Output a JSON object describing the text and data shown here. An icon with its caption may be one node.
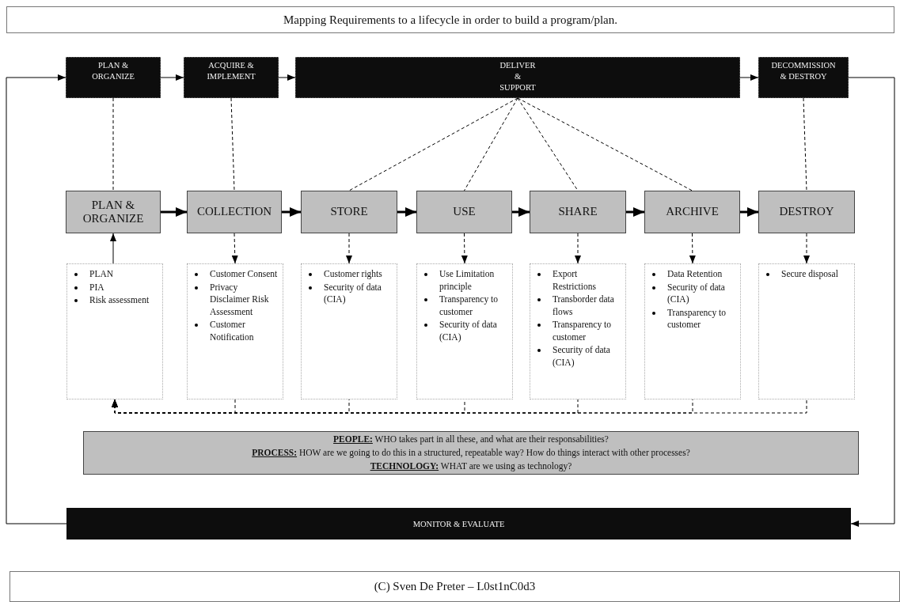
{
  "diagram": {
    "title": "Mapping Requirements to a lifecycle in order to build a program/plan.",
    "caption": "(C) Sven De Preter – L0st1nC0d3",
    "nodes": [
      {
        "text": [
          "PLAN & ORGANIZE"
        ]
      },
      {
        "text": [
          "ACQUIRE & IMPLEMENT"
        ]
      },
      {
        "text": [
          "DELIVER & SUPPORT"
        ]
      },
      {
        "text": [
          "DECOMMISSION & DESTROY"
        ]
      },
      {
        "text": [
          "MONITOR & EVALUATE"
        ]
      },
      {
        "text": [
          "PLAN & ORGANIZE"
        ]
      },
      {
        "text": [
          "COLLECTION"
        ]
      },
      {
        "text": [
          "STORE"
        ]
      },
      {
        "text": [
          "USE"
        ]
      },
      {
        "text": [
          "SHARE"
        ]
      },
      {
        "text": [
          "ARCHIVE"
        ]
      },
      {
        "text": [
          "DESTROY"
        ]
      },
      {
        "text": [
          "PLAN",
          "PIA",
          "Risk assessment"
        ]
      },
      {
        "text": [
          "Customer Consent",
          "Privacy Disclaimer Risk Assessment",
          "Customer Notification"
        ]
      },
      {
        "text": [
          "Customer rights",
          "Security of data (CIA)"
        ]
      },
      {
        "text": [
          "Use Limitation principle",
          "Transparency to customer",
          "Security of data (CIA)"
        ]
      },
      {
        "text": [
          "Export Restrictions",
          "Transborder data flows",
          "Transparency to customer",
          "Security of data (CIA)"
        ]
      },
      {
        "text": [
          "Data Retention",
          "Security of data (CIA)",
          "Transparency to customer"
        ]
      },
      {
        "text": [
          "Secure disposal"
        ]
      },
      {
        "text": [
          "**PEOPLE:** WHO takes part in all these, and what are their responsabilities?",
          "**PROCESS:** HOW are we going to do this in a structured, repeatable way? How do things interact with other processes?",
          "**TECHNOLOGY:** WHAT are we using as technology?"
        ]
      }
    ],
    "edges": [
      {
        "from": 0,
        "to": 1,
        "arrow": "to"
      },
      {
        "from": 1,
        "to": 2,
        "arrow": "to"
      },
      {
        "from": 2,
        "to": 3,
        "arrow": "to"
      },
      {
        "from": 3,
        "to": 4,
        "arrow": "to"
      },
      {
        "from": 4,
        "to": 0,
        "arrow": "to"
      },
      {
        "from": 0,
        "to": 5,
        "arrow": "none",
        "style": "dashed"
      },
      {
        "from": 1,
        "to": 6,
        "arrow": "none",
        "style": "dashed"
      },
      {
        "from": 2,
        "to": 7,
        "arrow": "none",
        "style": "dashed"
      },
      {
        "from": 2,
        "to": 8,
        "arrow": "none",
        "style": "dashed"
      },
      {
        "from": 2,
        "to": 9,
        "arrow": "none",
        "style": "dashed"
      },
      {
        "from": 2,
        "to": 10,
        "arrow": "none",
        "style": "dashed"
      },
      {
        "from": 3,
        "to": 11,
        "arrow": "none",
        "style": "dashed"
      },
      {
        "from": 5,
        "to": 6,
        "arrow": "to",
        "style": "thick"
      },
      {
        "from": 6,
        "to": 7,
        "arrow": "to",
        "style": "thick"
      },
      {
        "from": 7,
        "to": 8,
        "arrow": "to",
        "style": "thick"
      },
      {
        "from": 8,
        "to": 9,
        "arrow": "to",
        "style": "thick"
      },
      {
        "from": 9,
        "to": 10,
        "arrow": "to",
        "style": "thick"
      },
      {
        "from": 10,
        "to": 11,
        "arrow": "to",
        "style": "thick"
      },
      {
        "from": 12,
        "to": 5,
        "arrow": "to"
      },
      {
        "from": 6,
        "to": 13,
        "arrow": "to",
        "style": "dashed"
      },
      {
        "from": 7,
        "to": 14,
        "arrow": "to",
        "style": "dashed"
      },
      {
        "from": 8,
        "to": 15,
        "arrow": "to",
        "style": "dashed"
      },
      {
        "from": 9,
        "to": 16,
        "arrow": "to",
        "style": "dashed"
      },
      {
        "from": 10,
        "to": 17,
        "arrow": "to",
        "style": "dashed"
      },
      {
        "from": 11,
        "to": 18,
        "arrow": "to",
        "style": "dashed"
      },
      {
        "from": 13,
        "to": 12,
        "arrow": "to",
        "style": "dashed"
      },
      {
        "from": 14,
        "to": 12,
        "arrow": "to",
        "style": "dashed"
      },
      {
        "from": 15,
        "to": 12,
        "arrow": "to",
        "style": "dashed"
      },
      {
        "from": 16,
        "to": 12,
        "arrow": "to",
        "style": "dashed"
      },
      {
        "from": 17,
        "to": 12,
        "arrow": "to",
        "style": "dashed"
      },
      {
        "from": 18,
        "to": 12,
        "arrow": "to",
        "style": "dashed"
      }
    ]
  }
}
